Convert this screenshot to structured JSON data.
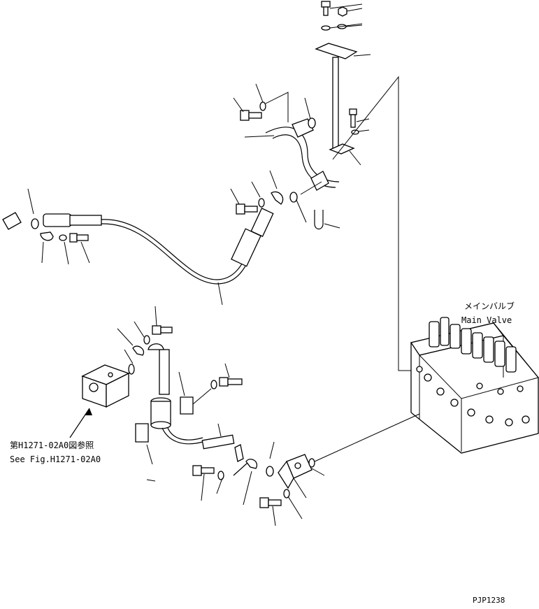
{
  "labels": {
    "main_valve_jp": "メインバルブ",
    "main_valve_en": "Main Valve",
    "ref_jp": "第H1271-02A0図参照",
    "ref_en": "See Fig.H1271-02A0",
    "drawing_code": "PJP1238"
  }
}
